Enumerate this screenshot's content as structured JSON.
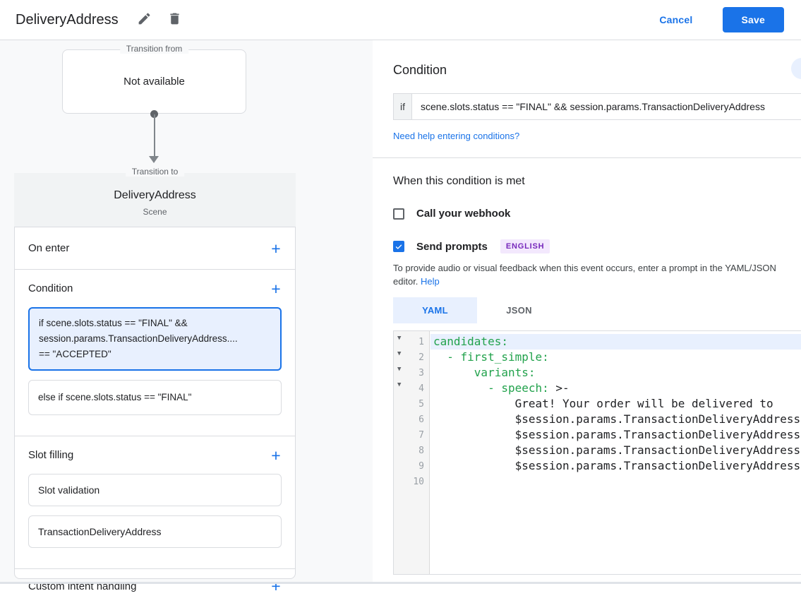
{
  "header": {
    "title": "DeliveryAddress",
    "cancel_label": "Cancel",
    "save_label": "Save"
  },
  "diagram": {
    "transition_from": {
      "legend": "Transition from",
      "value": "Not available"
    },
    "transition_to": {
      "legend": "Transition to",
      "scene_name": "DeliveryAddress",
      "scene_type": "Scene",
      "on_enter_label": "On enter",
      "condition_label": "Condition",
      "conditions": [
        {
          "selected": true,
          "lines": [
            "if scene.slots.status == \"FINAL\" &&",
            "session.params.TransactionDeliveryAddress....",
            "== \"ACCEPTED\""
          ]
        },
        {
          "selected": false,
          "lines": [
            "else if scene.slots.status == \"FINAL\""
          ]
        }
      ],
      "slot_filling_label": "Slot filling",
      "slots": [
        "Slot validation",
        "TransactionDeliveryAddress"
      ],
      "custom_intent_label": "Custom intent handling"
    }
  },
  "condition_panel": {
    "heading": "Condition",
    "if_label": "if",
    "if_value": "scene.slots.status == \"FINAL\" && session.params.TransactionDeliveryAddress",
    "help_link": "Need help entering conditions?"
  },
  "when_met": {
    "heading": "When this condition is met",
    "webhook_label": "Call your webhook",
    "webhook_checked": false,
    "prompts_label": "Send prompts",
    "prompts_checked": true,
    "language_badge": "ENGLISH",
    "description": "To provide audio or visual feedback when this event occurs, enter a prompt in the YAML/JSON editor.",
    "help_label": "Help"
  },
  "editor": {
    "tabs": [
      {
        "label": "YAML",
        "active": true
      },
      {
        "label": "JSON",
        "active": false
      }
    ],
    "lines": [
      {
        "num": "1",
        "fold": true,
        "highlight": true,
        "segments": [
          {
            "t": "candidates:",
            "c": "key"
          }
        ]
      },
      {
        "num": "2",
        "fold": true,
        "segments": [
          {
            "t": "  - first_simple:",
            "c": "key"
          }
        ]
      },
      {
        "num": "3",
        "fold": true,
        "segments": [
          {
            "t": "      variants:",
            "c": "key"
          }
        ]
      },
      {
        "num": "4",
        "fold": true,
        "segments": [
          {
            "t": "        - speech:",
            "c": "key"
          },
          {
            "t": " >-",
            "c": "plain"
          }
        ]
      },
      {
        "num": "5",
        "segments": [
          {
            "t": "            Great! Your order will be delivered to",
            "c": "plain"
          }
        ]
      },
      {
        "num": "6",
        "segments": [
          {
            "t": "            $session.params.TransactionDeliveryAddress.",
            "c": "plain"
          }
        ]
      },
      {
        "num": "7",
        "segments": [
          {
            "t": "            $session.params.TransactionDeliveryAddress.",
            "c": "plain"
          }
        ]
      },
      {
        "num": "8",
        "segments": [
          {
            "t": "            $session.params.TransactionDeliveryAddress.",
            "c": "plain"
          }
        ]
      },
      {
        "num": "9",
        "segments": [
          {
            "t": "            $session.params.TransactionDeliveryAddress.",
            "c": "plain"
          }
        ]
      },
      {
        "num": "10",
        "segments": []
      }
    ]
  },
  "colors": {
    "accent_blue": "#1a73e8",
    "selection_blue": "#e8f0fe",
    "code_green": "#22a24c",
    "badge_purple_bg": "#f3e8fd",
    "badge_purple_text": "#7627bb"
  }
}
